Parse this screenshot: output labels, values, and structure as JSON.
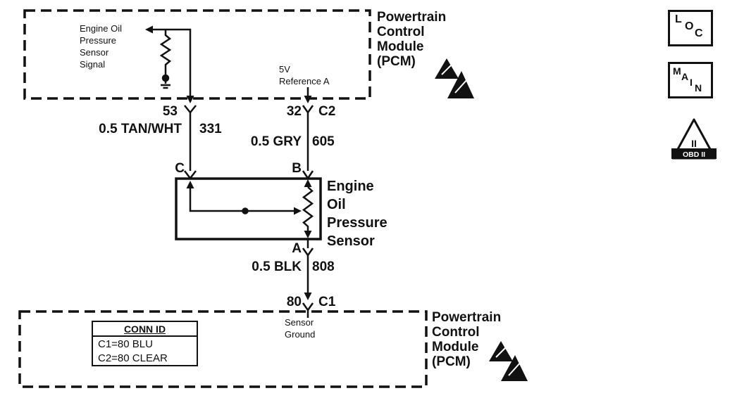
{
  "pcm_top": {
    "signal_label": "Engine Oil\nPressure\nSensor\nSignal",
    "reference_label": "5V\nReference A",
    "title": "Powertrain\nControl\nModule\n(PCM)"
  },
  "connector_row_top": {
    "pin_53": "53",
    "pin_32": "32",
    "connector_c2": "C2"
  },
  "wires": {
    "tan_wht": {
      "label": "0.5 TAN/WHT",
      "circuit": "331"
    },
    "gry": {
      "label": "0.5 GRY",
      "circuit": "605"
    },
    "blk": {
      "label": "0.5 BLK",
      "circuit": "808"
    }
  },
  "sensor": {
    "terminal_c": "C",
    "terminal_b": "B",
    "terminal_a": "A",
    "title": "Engine\nOil\nPressure\nSensor"
  },
  "pcm_bottom": {
    "pin_80": "80",
    "connector_c1": "C1",
    "ground_label": "Sensor\nGround",
    "title": "Powertrain\nControl\nModule\n(PCM)",
    "conn_id": {
      "header": "CONN ID",
      "rows": [
        "C1=80 BLU",
        "C2=80 CLEAR"
      ]
    }
  },
  "legend": {
    "loc_letters": [
      "L",
      "O",
      "C"
    ],
    "main_letters": [
      "M",
      "A",
      "I",
      "N"
    ],
    "obd": {
      "inner": "II",
      "banner": "OBD II"
    }
  },
  "colors": {
    "ink": "#111111"
  }
}
